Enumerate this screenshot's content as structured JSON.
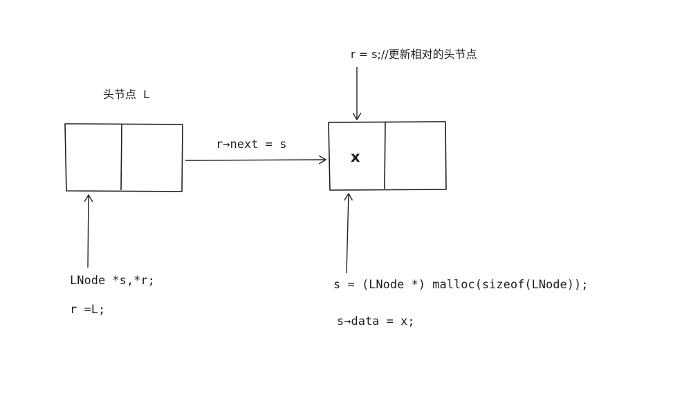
{
  "diagram": {
    "head_node_label": "头节点  L",
    "assign_next_label": "r→next = s",
    "update_r_label": "r = s;//更新相对的头节点",
    "new_node_value": "x",
    "declare_code": "LNode *s,*r;",
    "init_code": "r =L;",
    "malloc_code": "s = (LNode *) malloc(sizeof(LNode));",
    "set_data_code": "s→data = x;"
  },
  "colors": {
    "stroke": "#1e1e1e",
    "background": "#ffffff"
  }
}
